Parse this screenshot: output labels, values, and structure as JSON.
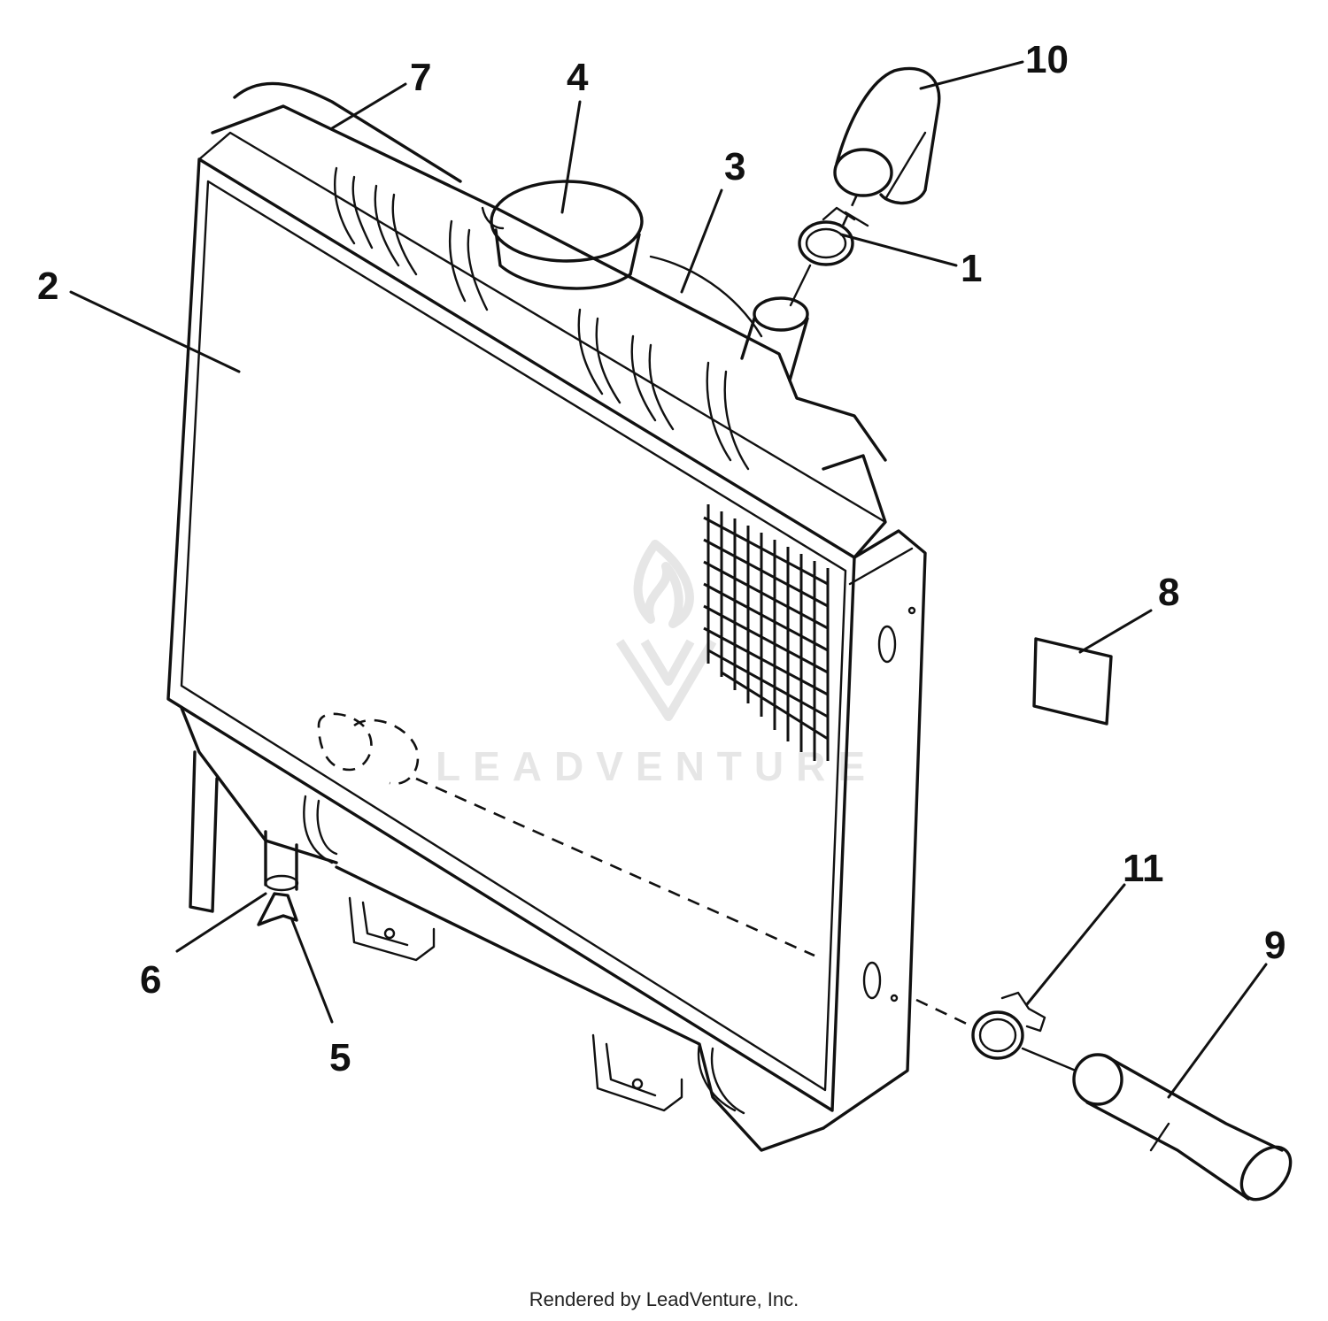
{
  "diagram": {
    "callouts": [
      "1",
      "2",
      "3",
      "4",
      "5",
      "6",
      "7",
      "8",
      "9",
      "10",
      "11"
    ],
    "watermark": "LEADVENTURE",
    "footer": "Rendered by LeadVenture, Inc."
  }
}
